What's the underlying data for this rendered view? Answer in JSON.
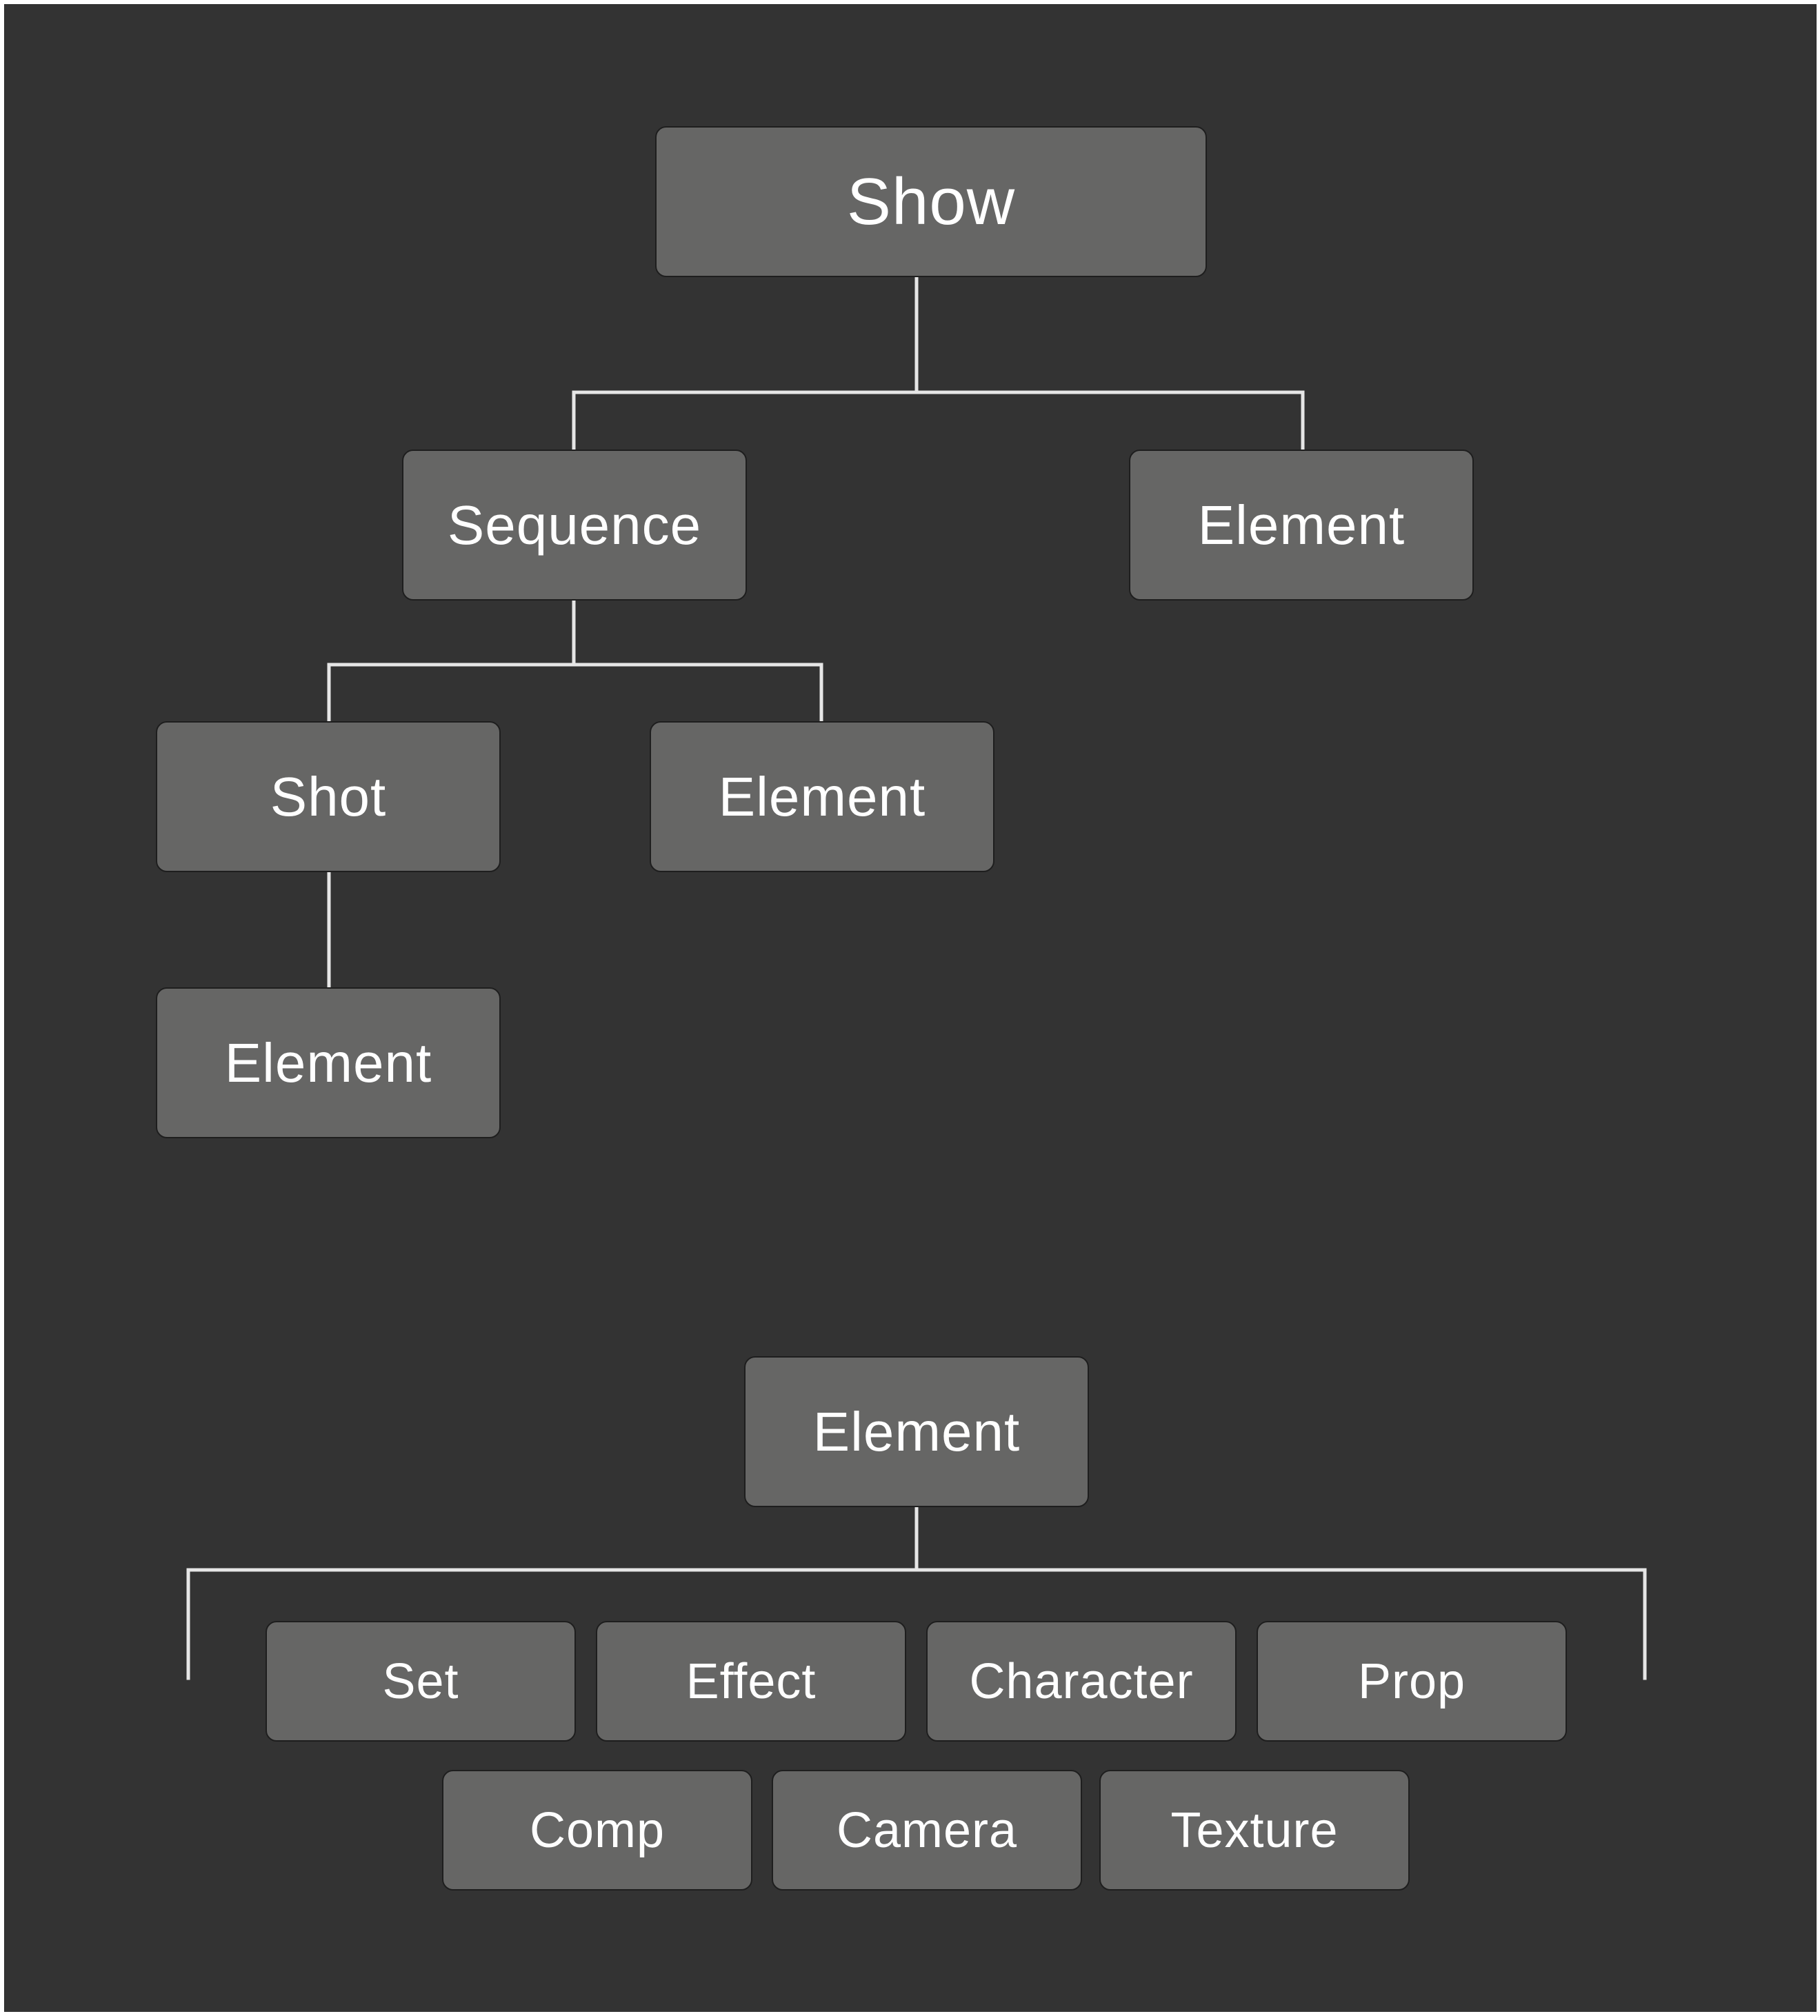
{
  "hierarchy": {
    "show": "Show",
    "sequence": "Sequence",
    "element_a": "Element",
    "shot": "Shot",
    "element_b": "Element",
    "element_c": "Element"
  },
  "element_types": {
    "root": "Element",
    "items": [
      "Set",
      "Effect",
      "Character",
      "Prop",
      "Comp",
      "Camera",
      "Texture"
    ]
  },
  "colors": {
    "background": "#333333",
    "node_fill": "#666665",
    "node_border": "#1e1e1e",
    "text": "#ffffff",
    "connector": "#e6e6e6"
  }
}
